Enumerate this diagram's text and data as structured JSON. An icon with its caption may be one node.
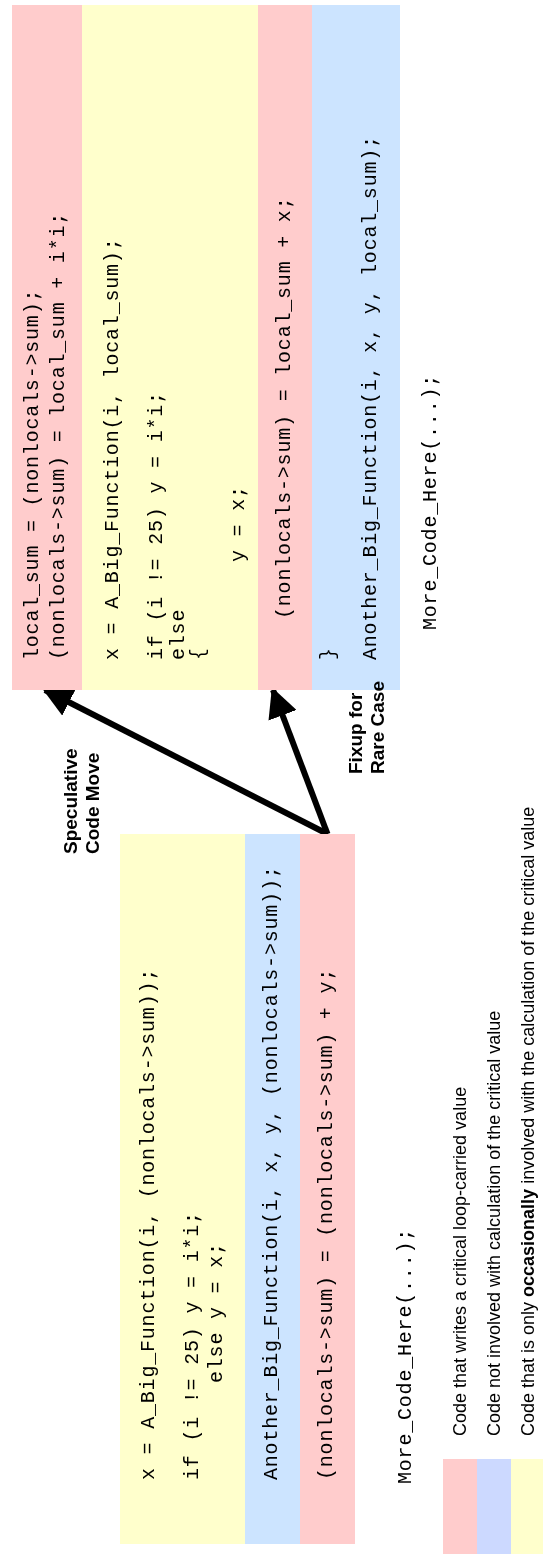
{
  "diagram": {
    "nodes": [
      {
        "text": [
          "x = A_Big_Function(i, (nonlocals->sum));",
          "if (i != 25) y = i*i;",
          "else y = x;"
        ]
      },
      {
        "text": [
          "Another_Big_Function(i, x, y, (nonlocals->sum));"
        ]
      },
      {
        "text": [
          "(nonlocals->sum) = (nonlocals->sum) + y;"
        ]
      },
      {
        "text": [
          "local_sum = (nonlocals->sum);",
          "(nonlocals->sum) = local_sum + i*i;"
        ]
      },
      {
        "text": [
          "x = A_Big_Function(i, local_sum);",
          "if (i != 25) y = i*i;",
          "else",
          "{",
          "y = x;"
        ]
      },
      {
        "text": [
          "(nonlocals->sum) = local_sum + x;"
        ]
      },
      {
        "text": [
          "}",
          "Another_Big_Function(i, x, y, local_sum);"
        ]
      }
    ],
    "edges": [
      {
        "from": 2,
        "to": 3,
        "arrow": "to",
        "label": "Speculative Code Move"
      },
      {
        "from": 2,
        "to": 5,
        "arrow": "to",
        "label": "Fixup for Rare Case"
      }
    ],
    "labels": [
      "More_Code_Here(...);",
      "More_Code_Here(...);"
    ],
    "legend": [
      {
        "text": "Code that writes a critical loop-carried value",
        "color": "#ffcccc"
      },
      {
        "text": "Code not involved with calculation of the critical value",
        "color": "#ccd9ff"
      },
      {
        "text": "Code that is only **occasionally** involved with the calculation of the critical value",
        "color": "#ffffcc"
      }
    ]
  }
}
